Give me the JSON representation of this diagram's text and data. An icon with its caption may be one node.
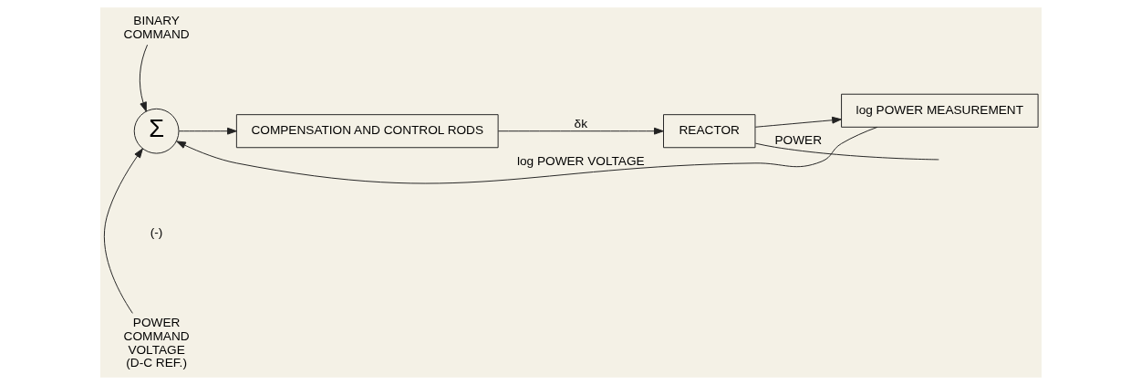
{
  "diagram": {
    "nodes": [
      {
        "text": [
          "BINARY COMMAND"
        ]
      },
      {
        "text": [
          "Σ"
        ]
      },
      {
        "text": [
          "POWER COMMAND VOLTAGE (D-C REF.)"
        ]
      },
      {
        "text": [
          "COMPENSATION AND CONTROL RODS"
        ]
      },
      {
        "text": [
          "REACTOR"
        ]
      },
      {
        "text": [
          "log POWER MEASUREMENT"
        ]
      }
    ],
    "edges": [
      {
        "from": 0,
        "to": 1,
        "arrow": "to"
      },
      {
        "from": 2,
        "to": 1,
        "arrow": "to"
      },
      {
        "from": 1,
        "to": 3,
        "arrow": "to"
      },
      {
        "from": 3,
        "to": 4,
        "label": "δk",
        "arrow": "to"
      },
      {
        "from": 4,
        "to": null,
        "label": "POWER",
        "arrow": "none"
      },
      {
        "from": 4,
        "to": 5,
        "arrow": "to"
      },
      {
        "from": 5,
        "to": 1,
        "label": "log POWER VOLTAGE",
        "arrow": "to"
      }
    ],
    "labels": [
      "(-)"
    ]
  }
}
